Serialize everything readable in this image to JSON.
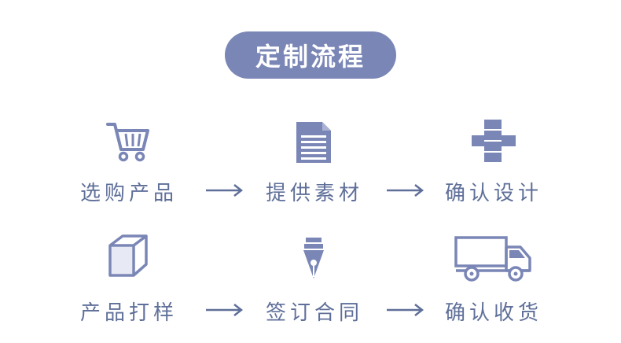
{
  "title": "定制流程",
  "colors": {
    "accent": "#7a86b6",
    "text": "#5f6f99",
    "icon": "#7a86b6"
  },
  "steps": [
    {
      "label": "选购产品",
      "icon": "shopping-cart-icon"
    },
    {
      "label": "提供素材",
      "icon": "document-icon"
    },
    {
      "label": "确认设计",
      "icon": "blocks-icon"
    },
    {
      "label": "产品打样",
      "icon": "box-icon"
    },
    {
      "label": "签订合同",
      "icon": "pen-nib-icon"
    },
    {
      "label": "确认收货",
      "icon": "delivery-truck-icon"
    }
  ]
}
